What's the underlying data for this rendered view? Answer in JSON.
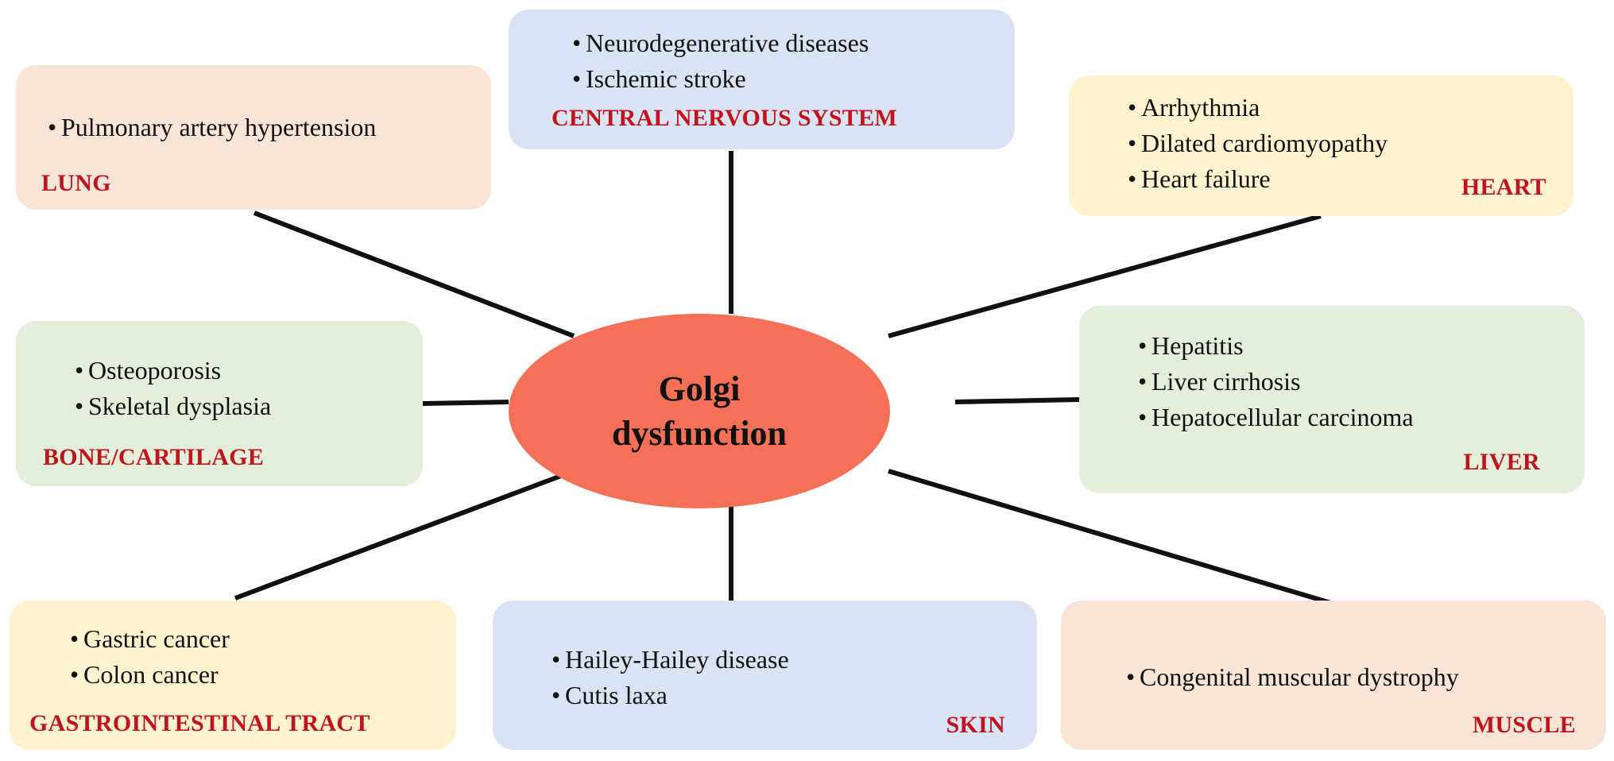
{
  "hub": {
    "line1": "Golgi",
    "line2": "dysfunction",
    "color": "#F47057"
  },
  "title_color": "#C0141C",
  "connector_color": "#111111",
  "bullet_glyph": "•",
  "organs": [
    {
      "id": "cns",
      "title": "CENTRAL NERVOUS SYSTEM",
      "fill": "#DAE3F3",
      "items": [
        "Neurodegenerative diseases",
        "Ischemic stroke"
      ]
    },
    {
      "id": "lung",
      "title": "LUNG",
      "fill": "#F9E4D8",
      "items": [
        "Pulmonary artery hypertension"
      ]
    },
    {
      "id": "heart",
      "title": "HEART",
      "fill": "#FEF2CF",
      "items": [
        "Arrhythmia",
        "Dilated cardiomyopathy",
        "Heart failure"
      ]
    },
    {
      "id": "bone",
      "title": "BONE/CARTILAGE",
      "fill": "#E3EEDB",
      "items": [
        "Osteoporosis",
        "Skeletal dysplasia"
      ]
    },
    {
      "id": "liver",
      "title": "LIVER",
      "fill": "#E3EEDB",
      "items": [
        "Hepatitis",
        "Liver cirrhosis",
        "Hepatocellular carcinoma"
      ]
    },
    {
      "id": "gi",
      "title": "GASTROINTESTINAL TRACT",
      "fill": "#FEF2CF",
      "items": [
        "Gastric cancer",
        "Colon cancer"
      ]
    },
    {
      "id": "skin",
      "title": "SKIN",
      "fill": "#DAE3F3",
      "items": [
        "Hailey-Hailey disease",
        "Cutis laxa"
      ]
    },
    {
      "id": "muscle",
      "title": "MUSCLE",
      "fill": "#F9E4D8",
      "items": [
        "Congenital muscular dystrophy"
      ]
    }
  ]
}
